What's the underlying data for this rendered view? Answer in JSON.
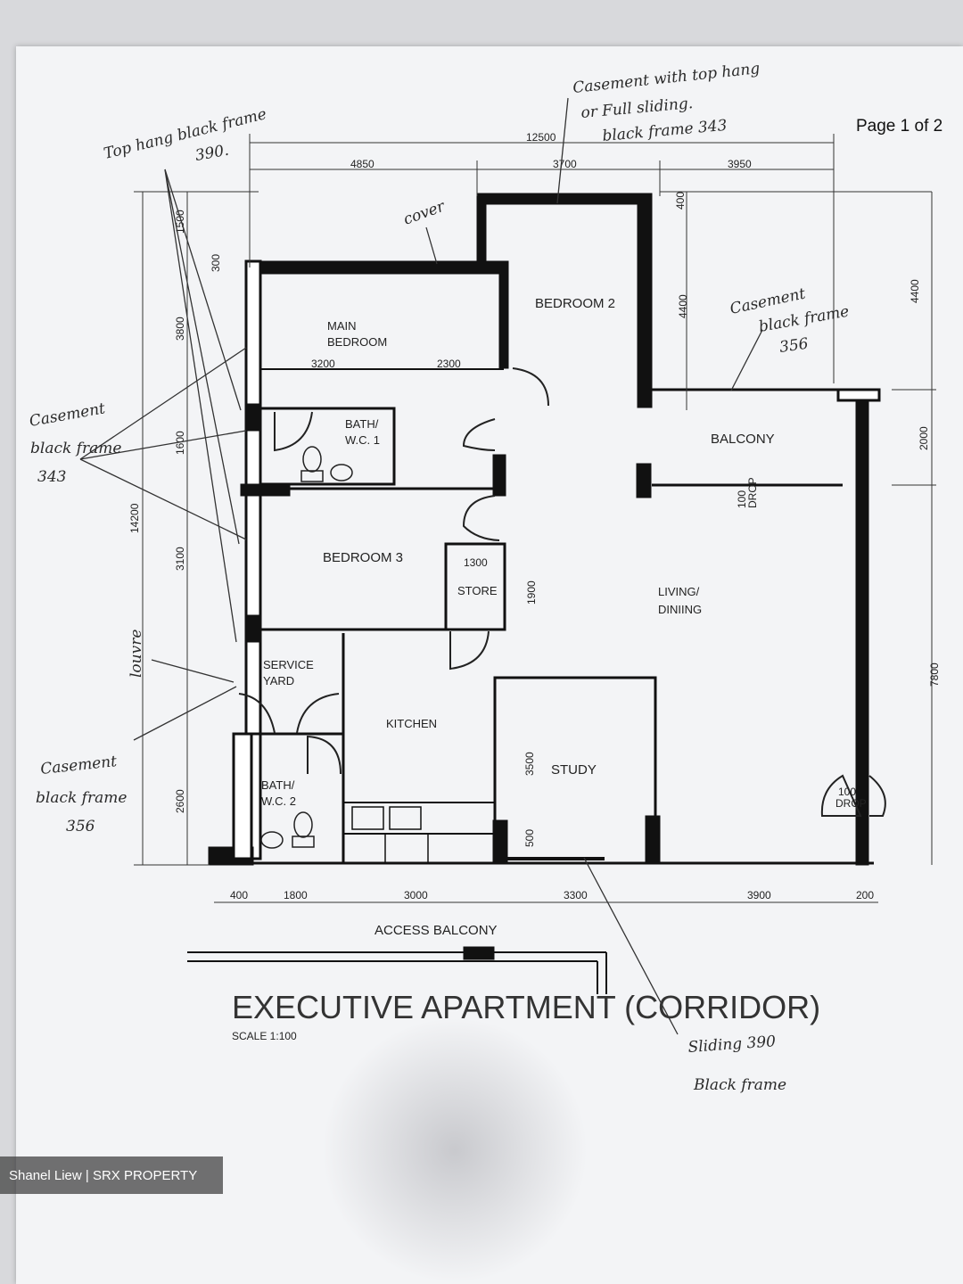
{
  "page_label": "Page 1 of 2",
  "title": "EXECUTIVE APARTMENT (CORRIDOR)",
  "scale": "SCALE   1:100",
  "watermark": "Shanel Liew | SRX PROPERTY",
  "rooms": {
    "main_bedroom": [
      "MAIN",
      "BEDROOM"
    ],
    "bedroom2": "BEDROOM  2",
    "bedroom3": "BEDROOM  3",
    "bath1": [
      "BATH/",
      "W.C.  1"
    ],
    "bath2": [
      "BATH/",
      "W.C.  2"
    ],
    "balcony": "BALCONY",
    "store": "STORE",
    "living": [
      "LIVING/",
      "DINIING"
    ],
    "study": "STUDY",
    "service_yard": [
      "SERVICE",
      "YARD"
    ],
    "kitchen": "KITCHEN",
    "access_balcony": "ACCESS    BALCONY",
    "drop_a": [
      "100",
      "DROP"
    ],
    "drop_b": [
      "100",
      "DROP"
    ]
  },
  "dimensions": {
    "top_total": "12500",
    "top_segments": [
      "4850",
      "3700",
      "3950"
    ],
    "bottom_segments": [
      "400",
      "1800",
      "3000",
      "3300",
      "3900",
      "200"
    ],
    "left_total": "14200",
    "left_segments": [
      "1500",
      "300",
      "3800",
      "1600",
      "3100",
      "2600"
    ],
    "right_segments": [
      "4400",
      "2000",
      "7800"
    ],
    "inner_top": [
      "400"
    ],
    "inner_bedroom2": "4400",
    "inner_main": [
      "3200",
      "2300"
    ],
    "store_width": "1300",
    "store_height": "1900",
    "study_height": "3500",
    "study_bottom": "500"
  },
  "handwritten": {
    "top_hung": [
      "Top hang black frame",
      "390."
    ],
    "casement_top": [
      "Casement with top hang",
      "or Full sliding.",
      "black frame   343"
    ],
    "cover": "cover",
    "casement_356": [
      "Casement",
      "black frame",
      "356"
    ],
    "casement_343": [
      "Casement",
      "black frame",
      "343"
    ],
    "louvre": "louvre",
    "casement_356_b": [
      "Casement",
      "black frame",
      "356"
    ],
    "sliding": [
      "Sliding  390",
      "Black frame"
    ]
  }
}
